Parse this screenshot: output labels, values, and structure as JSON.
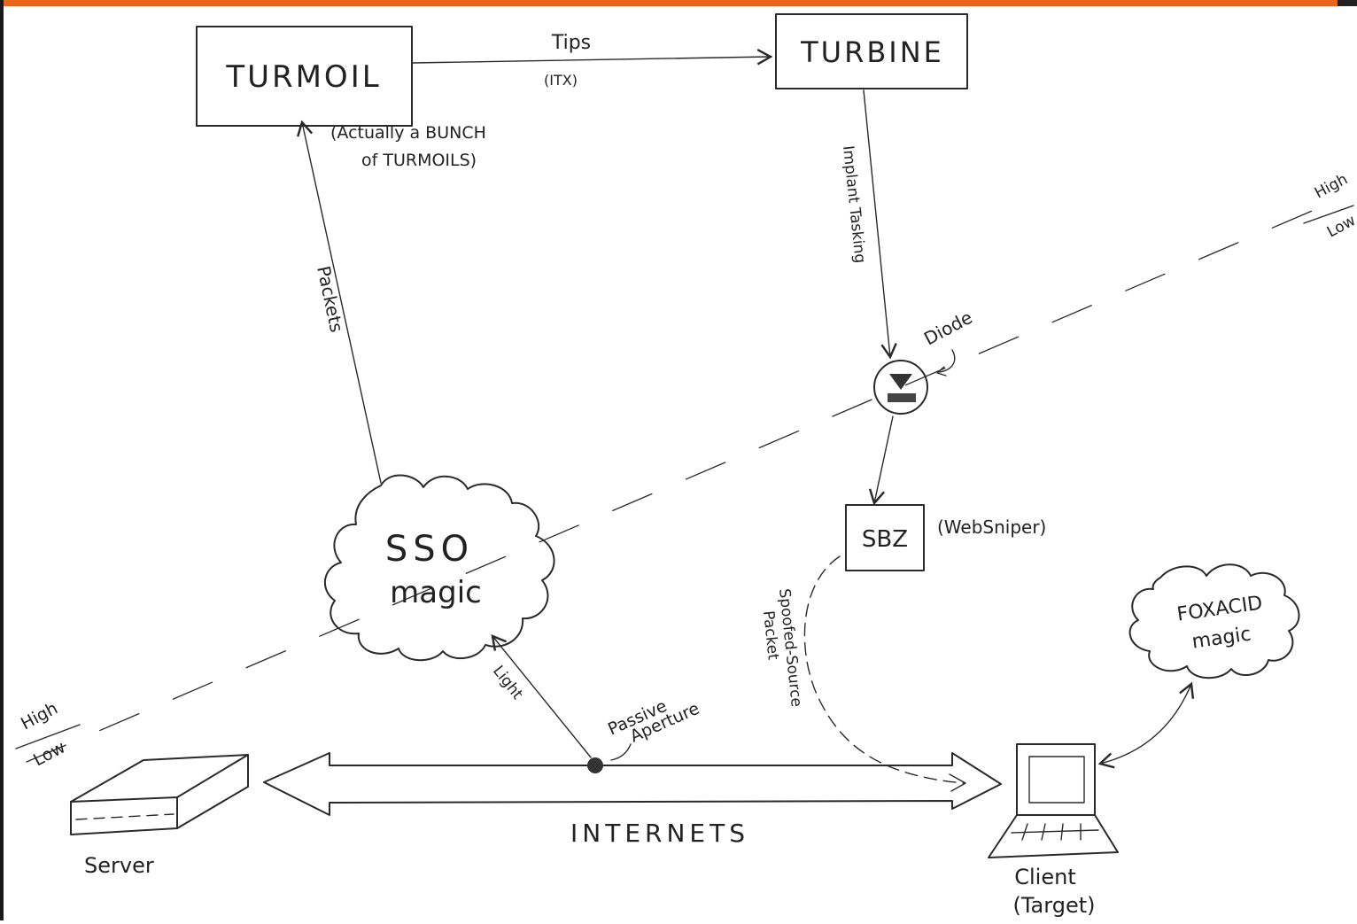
{
  "colors": {
    "top_bar": "#e8661a",
    "ink": "#2a2a2a",
    "background": "#ffffff"
  },
  "nodes": {
    "turmoil": "TURMOIL",
    "turmoil_note_line1": "(Actually a BUNCH",
    "turmoil_note_line2": "of TURMOILS)",
    "turbine": "TURBINE",
    "sbz": "SBZ",
    "sbz_note": "(WebSniper)",
    "sso_line1": "SSO",
    "sso_line2": "magic",
    "foxacid_line1": "FOXACID",
    "foxacid_line2": "magic",
    "server": "Server",
    "client_line1": "Client",
    "client_line2": "(Target)",
    "internets": "INTERNETS",
    "diode": "Diode"
  },
  "edges": {
    "tips": "Tips",
    "itx": "(ITX)",
    "implant_tasking": "Implant Tasking",
    "packets": "Packets",
    "light": "Light",
    "spoofed_line1": "Spoofed-Source",
    "spoofed_line2": "Packet",
    "passive_line1": "Passive",
    "passive_line2": "Aperture"
  },
  "boundary": {
    "high": "High",
    "low": "Low"
  }
}
